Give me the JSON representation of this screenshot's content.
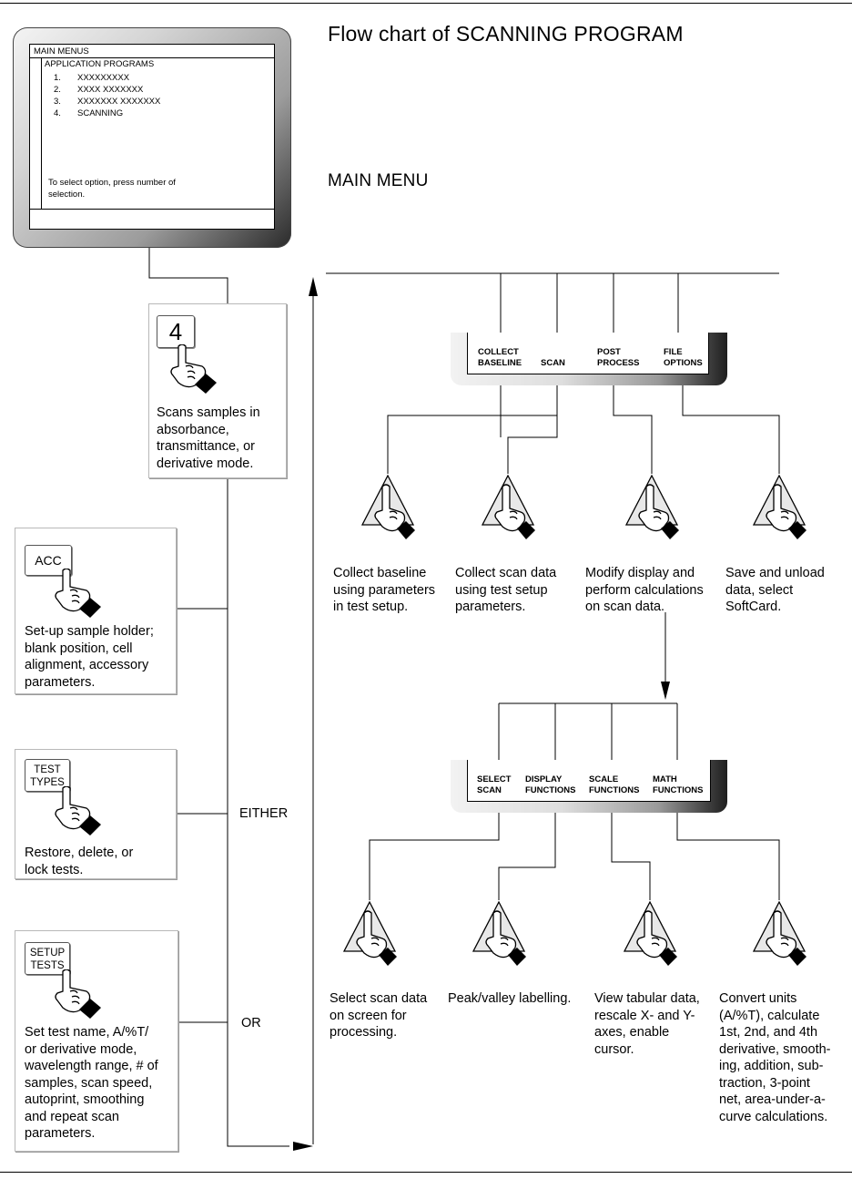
{
  "title": "Flow chart of SCANNING PROGRAM",
  "main_menu_label": "MAIN MENU",
  "monitor": {
    "header": "MAIN MENUS",
    "subheader": "APPLICATION PROGRAMS",
    "items": [
      {
        "num": "1.",
        "label": "XXXXXXXXX"
      },
      {
        "num": "2.",
        "label": "XXXX XXXXXXX"
      },
      {
        "num": "3.",
        "label": "XXXXXXX XXXXXXX"
      },
      {
        "num": "4.",
        "label": "SCANNING"
      }
    ],
    "footer_line1": "To select option, press number of",
    "footer_line2": "selection."
  },
  "key4": {
    "key": "4",
    "desc": [
      "Scans samples in",
      "absorbance,",
      "transmittance, or",
      "derivative mode."
    ]
  },
  "left_keys": [
    {
      "key": [
        "ACC"
      ],
      "desc": [
        "Set-up sample holder;",
        "blank position, cell",
        "alignment, accessory",
        "parameters."
      ]
    },
    {
      "key": [
        "TEST",
        "TYPES"
      ],
      "desc": [
        "Restore, delete, or",
        "lock tests."
      ]
    },
    {
      "key": [
        "SETUP",
        "TESTS"
      ],
      "desc": [
        "Set test name, A/%T/",
        "or derivative mode,",
        "wavelength range, # of",
        "samples, scan speed,",
        "autoprint, smoothing",
        "and repeat scan",
        "parameters."
      ]
    }
  ],
  "either_label": "EITHER",
  "or_label": "OR",
  "menu1": {
    "items": [
      [
        "COLLECT",
        "BASELINE"
      ],
      [
        "SCAN"
      ],
      [
        "POST",
        "PROCESS"
      ],
      [
        "FILE",
        "OPTIONS"
      ]
    ],
    "descs": [
      [
        "Collect baseline",
        "using parameters",
        "in test setup."
      ],
      [
        "Collect scan data",
        "using test setup",
        "parameters."
      ],
      [
        "Modify display and",
        "perform calculations",
        "on scan data."
      ],
      [
        "Save and unload",
        "data, select",
        "SoftCard."
      ]
    ]
  },
  "menu2": {
    "items": [
      [
        "SELECT",
        "SCAN"
      ],
      [
        "DISPLAY",
        "FUNCTIONS"
      ],
      [
        "SCALE",
        "FUNCTIONS"
      ],
      [
        "MATH",
        "FUNCTIONS"
      ]
    ],
    "descs": [
      [
        "Select scan data",
        "on screen for",
        "processing."
      ],
      [
        "Peak/valley labelling."
      ],
      [
        "View tabular data,",
        "rescale X- and Y-",
        "axes, enable",
        "cursor."
      ],
      [
        "Convert units",
        "(A/%T), calculate",
        "1st, 2nd, and 4th",
        "derivative, smooth-",
        "ing, addition, sub-",
        "traction, 3-point",
        "net, area-under-a-",
        "curve calculations."
      ]
    ]
  }
}
